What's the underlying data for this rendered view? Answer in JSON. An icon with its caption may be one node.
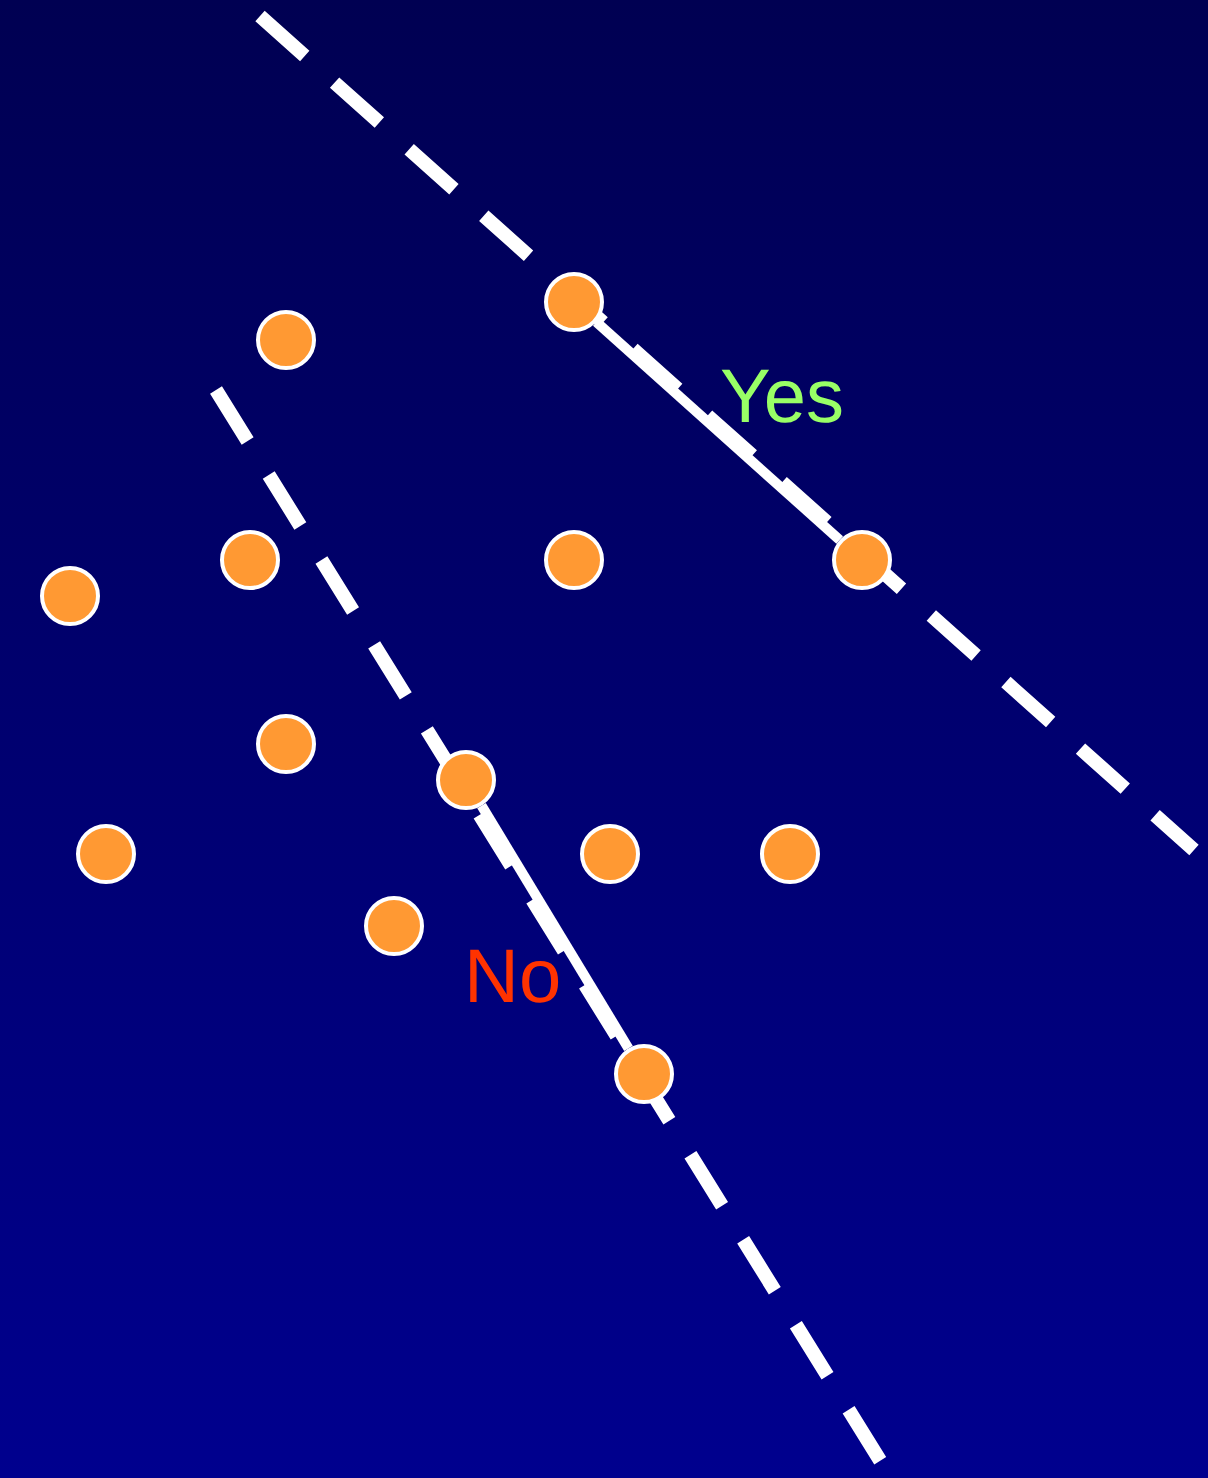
{
  "diagram": {
    "nodes": [
      {
        "text": [],
        "shape": "circle"
      },
      {
        "text": [],
        "shape": "circle"
      },
      {
        "text": [],
        "shape": "circle"
      },
      {
        "text": [],
        "shape": "circle"
      },
      {
        "text": [],
        "shape": "circle"
      },
      {
        "text": [],
        "shape": "circle"
      },
      {
        "text": [],
        "shape": "circle"
      },
      {
        "text": [],
        "shape": "circle"
      },
      {
        "text": [],
        "shape": "circle"
      },
      {
        "text": [],
        "shape": "circle"
      },
      {
        "text": [],
        "shape": "circle"
      },
      {
        "text": [],
        "shape": "circle"
      },
      {
        "text": [],
        "shape": "circle"
      }
    ],
    "edges": [
      {
        "from": 0,
        "to": 4,
        "arrow": "none",
        "label": "Yes"
      },
      {
        "from": 7,
        "to": 12,
        "arrow": "none",
        "label": "No"
      }
    ]
  }
}
